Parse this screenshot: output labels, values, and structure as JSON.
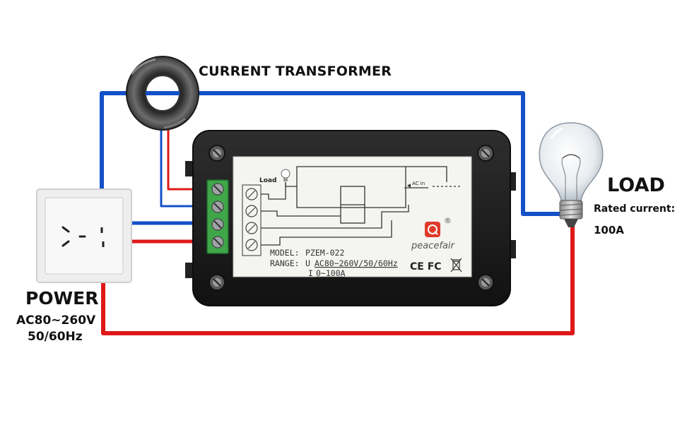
{
  "labels": {
    "current_transformer": "CURRENT TRANSFORMER",
    "load_title": "LOAD",
    "rated_current_label": "Rated current:",
    "rated_current_value": "100A",
    "power_title": "POWER",
    "power_voltage": "AC80~260V",
    "power_frequency": "50/60Hz"
  },
  "device_panel": {
    "schematic_load": "Load",
    "schematic_ac_in": "AC in",
    "model_label": "MODEL:",
    "model_value": "PZEM-022",
    "range_label": "RANGE:",
    "range_u_symbol": "U",
    "range_u_value": "AC80~260V/50/60Hz",
    "range_i_symbol": "I",
    "range_i_value": "0~100A",
    "brand": "peacefair",
    "registered_mark": "®",
    "certifications": "CE FC"
  },
  "colors": {
    "live_wire": "#e01818",
    "neutral_wire": "#1450c8",
    "device_body": "#1c1c1c",
    "panel": "#f4f4f0",
    "terminal_block": "#3fa64a",
    "brand_red": "#e03a2a"
  },
  "icons": [
    "socket-icon",
    "bulb-icon",
    "ct-ring-icon",
    "screw-icon",
    "weee-bin-icon"
  ]
}
